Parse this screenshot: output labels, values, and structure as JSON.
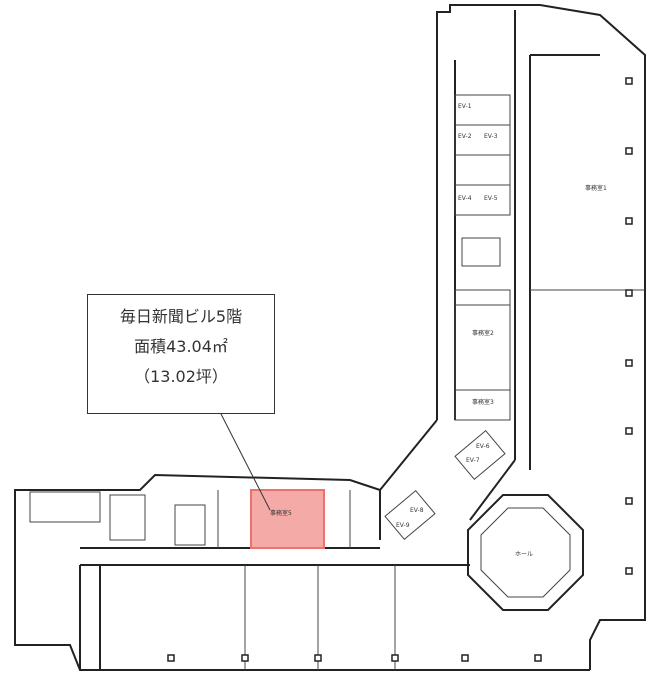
{
  "callout": {
    "line1": "毎日新聞ビル5階",
    "line2": "面積43.04㎡",
    "line3": "（13.02坪）"
  },
  "labels": {
    "ev1": "EV-1",
    "ev2": "EV-2",
    "ev3": "EV-3",
    "ev4": "EV-4",
    "ev5": "EV-5",
    "ev6": "EV-6",
    "ev7": "EV-7",
    "ev8": "EV-8",
    "ev9": "EV-9",
    "office1": "事務室1",
    "office2": "事務室2",
    "office3": "事務室3",
    "office_highlight": "事務室5",
    "hall": "ホール"
  },
  "colors": {
    "highlight": "#e8736f",
    "highlight_fill": "#f4aaa6",
    "wall": "#222222"
  }
}
